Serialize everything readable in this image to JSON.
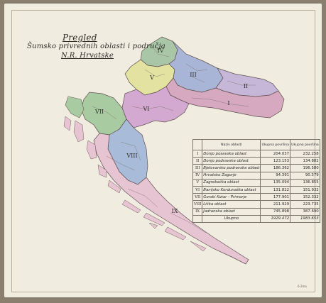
{
  "map": {
    "title_line1": "Pregled",
    "title_line2": "Šumsko privrednih oblasti i područja",
    "title_line3": "N.R. Hrvatske"
  },
  "legend": {
    "header_name": "Naziv oblasti",
    "header_col1": "Ukupna površina",
    "header_col2": "Ukupna površina",
    "rows": [
      {
        "num": "I",
        "name": "Donjo posavska oblast",
        "v1": "204.037",
        "v2": "232.258",
        "color": "#d7a9c0"
      },
      {
        "num": "II",
        "name": "Donjo podravska oblast",
        "v1": "123.153",
        "v2": "134.882",
        "color": "#c6b7d9"
      },
      {
        "num": "III",
        "name": "Bjelovarsko podravska oblast",
        "v1": "186.362",
        "v2": "196.580",
        "color": "#a9b5d6"
      },
      {
        "num": "IV",
        "name": "Hrvatsko Zagorje",
        "v1": "94.391",
        "v2": "90.379",
        "color": "#a9c7a6"
      },
      {
        "num": "V",
        "name": "Zagrebačka oblast",
        "v1": "135.094",
        "v2": "136.855",
        "color": "#e4e2a1"
      },
      {
        "num": "VI",
        "name": "Banijsko Kordunaška oblast",
        "v1": "131.822",
        "v2": "151.932",
        "color": "#d4a9d1"
      },
      {
        "num": "VII",
        "name": "Gorski Kotar - Primorje",
        "v1": "177.901",
        "v2": "152.332",
        "color": "#a9cba2"
      },
      {
        "num": "VIII",
        "name": "Lička oblast",
        "v1": "211.929",
        "v2": "223.735",
        "color": "#a8bcd9"
      },
      {
        "num": "IX",
        "name": "Jadranska oblast",
        "v1": "745.898",
        "v2": "387.690",
        "color": "#e6c4d2"
      }
    ],
    "total_label": "Ukupno",
    "total_v1": "1929.472",
    "total_v2": "1983.653"
  },
  "regions": [
    {
      "num": "I",
      "color": "#d7a9c0"
    },
    {
      "num": "II",
      "color": "#c6b7d9"
    },
    {
      "num": "III",
      "color": "#a9b5d6"
    },
    {
      "num": "IV",
      "color": "#a9c7a6"
    },
    {
      "num": "V",
      "color": "#e4e2a1"
    },
    {
      "num": "VI",
      "color": "#d4a9d1"
    },
    {
      "num": "VII",
      "color": "#a9cba2"
    },
    {
      "num": "VIII",
      "color": "#a8bcd9"
    },
    {
      "num": "IX",
      "color": "#e6c4d2"
    }
  ],
  "stamp": "6-2ma"
}
